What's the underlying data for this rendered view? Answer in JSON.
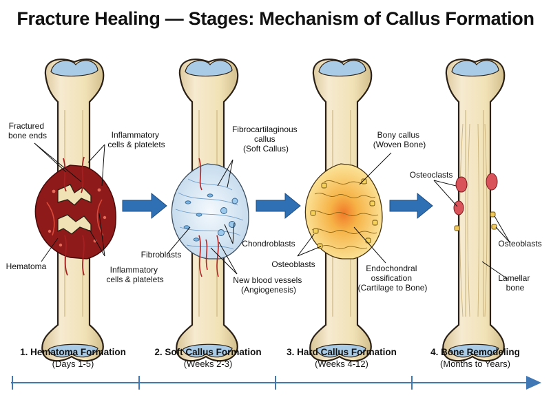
{
  "title": "Fracture Healing — Stages: Mechanism of Callus Formation",
  "stages": [
    {
      "name": "1. Hematoma Formation",
      "time": "(Days 1-5)",
      "labels": {
        "fractured_ends": [
          "Fractured",
          "bone ends"
        ],
        "inflammatory_top": [
          "Inflammatory",
          "cells & platelets"
        ],
        "hematoma": [
          "Hematoma"
        ],
        "inflammatory_bottom": [
          "Inflammatory",
          "cells & platelets"
        ]
      }
    },
    {
      "name": "2. Soft Callus Formation",
      "time": "(Weeks 2-3)",
      "labels": {
        "fibrocartilaginous": [
          "Fibrocartilaginous",
          "callus",
          "(Soft Callus)"
        ],
        "fibroblasts": [
          "Fibroblasts"
        ],
        "chondroblasts": [
          "Chondroblasts"
        ],
        "vessels": [
          "New blood vessels",
          "(Angiogenesis)"
        ]
      }
    },
    {
      "name": "3. Hard Callus Formation",
      "time": "(Weeks 4-12)",
      "labels": {
        "bony_callus": [
          "Bony callus",
          "(Woven Bone)"
        ],
        "osteoblasts": [
          "Osteoblasts"
        ],
        "endochondral": [
          "Endochondral",
          "ossification",
          "(Cartilage to Bone)"
        ]
      }
    },
    {
      "name": "4. Bone Remodeling",
      "time": "(Months to Years)",
      "labels": {
        "osteoclasts": [
          "Osteoclasts"
        ],
        "osteoblasts": [
          "Osteoblasts"
        ],
        "lamellar": [
          "Lamellar",
          "bone"
        ]
      }
    }
  ],
  "colors": {
    "bone": "#f1e2b6",
    "bone_outline": "#2a2015",
    "cartilage_cap": "#aacbe6",
    "hematoma": "#8e1a1a",
    "soft_callus": "#dceaf6",
    "hard_callus": "#f7c84a",
    "arrow": "#2f6fb3",
    "timeline": "#3f78b5"
  }
}
